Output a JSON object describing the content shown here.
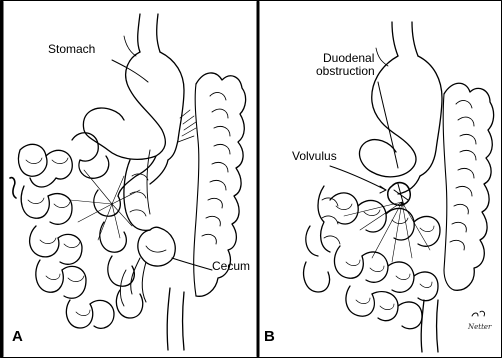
{
  "figure": {
    "panel_a": {
      "letter": "A",
      "labels": {
        "stomach": "Stomach",
        "cecum": "Cecum"
      }
    },
    "panel_b": {
      "letter": "B",
      "labels": {
        "duodenal_line1": "Duodenal",
        "duodenal_line2": "obstruction",
        "volvulus": "Volvulus"
      },
      "signature": "Netter"
    }
  },
  "colors": {
    "line": "#000000",
    "background": "#ffffff"
  }
}
